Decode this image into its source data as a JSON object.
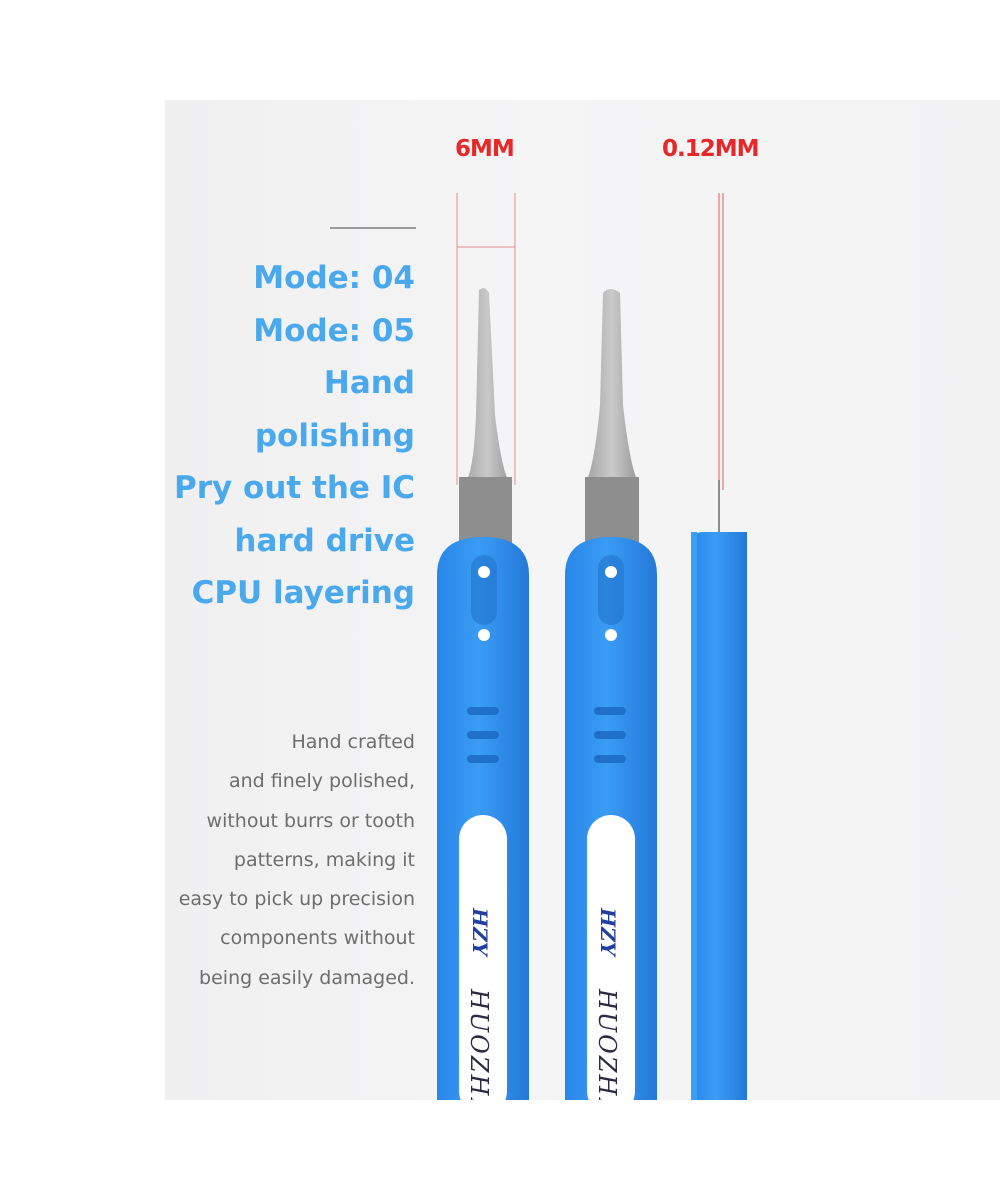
{
  "measurements": {
    "left": "6MM",
    "right": "0.12MM"
  },
  "features": [
    "Mode: 04",
    "Mode: 05",
    "Hand",
    "polishing",
    "Pry out the IC",
    "hard drive",
    "CPU layering"
  ],
  "description": [
    "Hand crafted",
    "and finely polished,",
    "without burrs or tooth",
    "patterns, making it",
    "easy to pick up precision",
    "components without",
    "being easily damaged."
  ],
  "brand": {
    "logo_mark": "HZY",
    "name": "HUOZHIYUAN"
  },
  "colors": {
    "accent_blue": "#4aa8ec",
    "handle_blue": "#2f8ff0",
    "dimension_red": "#e62828",
    "body_text": "#6d6d6d"
  }
}
